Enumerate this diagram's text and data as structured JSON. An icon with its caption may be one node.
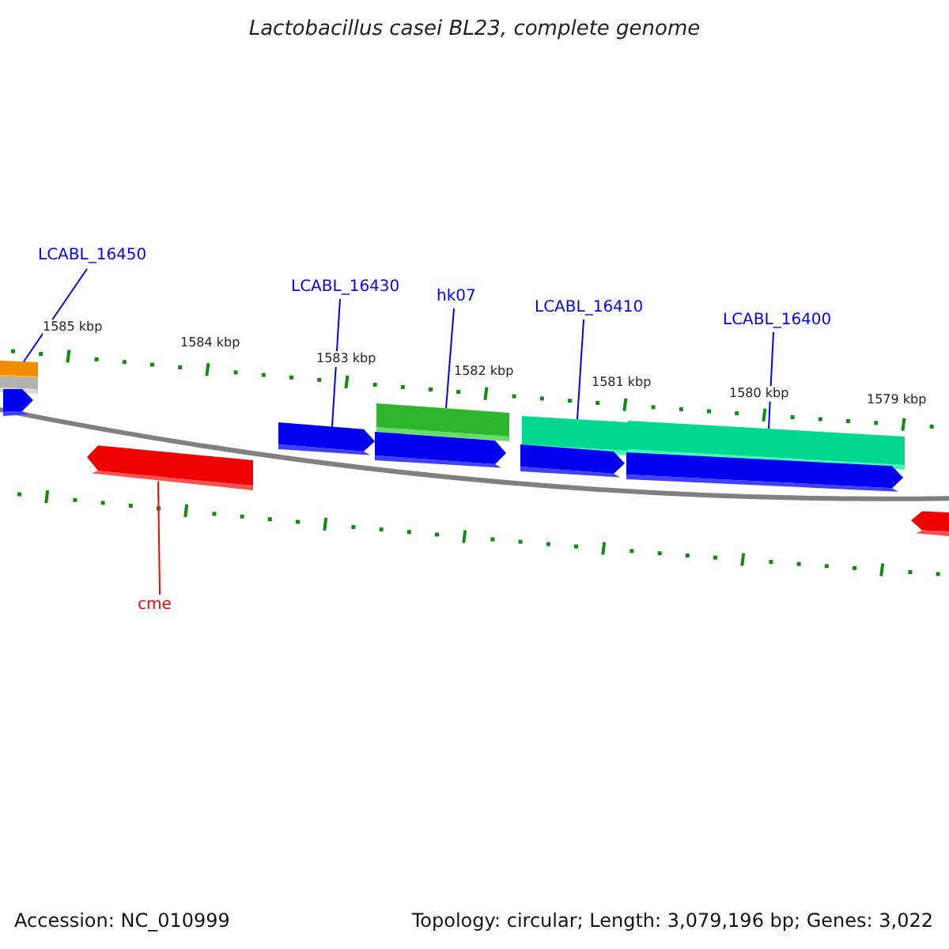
{
  "diagram": {
    "title": "Lactobacillus casei BL23, complete genome",
    "nodes": [
      {
        "text": [
          "LCABL_16450"
        ]
      },
      {
        "text": [
          "LCABL_16430"
        ]
      },
      {
        "text": [
          "hk07"
        ]
      },
      {
        "text": [
          "LCABL_16410"
        ]
      },
      {
        "text": [
          "LCABL_16400"
        ]
      },
      {
        "text": [
          "cme"
        ]
      },
      {
        "text": [],
        "shape": "bar"
      },
      {
        "text": [],
        "shape": "bar"
      },
      {
        "text": [],
        "shape": "bar"
      },
      {
        "text": [],
        "shape": "bar"
      },
      {
        "text": [],
        "shape": "bar"
      },
      {
        "text": [],
        "shape": "bar"
      },
      {
        "text": [],
        "shape": "bar"
      },
      {
        "text": [],
        "shape": "bar"
      },
      {
        "text": [],
        "shape": "bar"
      },
      {
        "text": [],
        "shape": "bar"
      },
      {
        "text": [],
        "shape": "bar"
      },
      {
        "text": [],
        "shape": "bar"
      }
    ],
    "edges": [
      {
        "from": 0,
        "to": 6,
        "arrow": "none"
      },
      {
        "from": 1,
        "to": 10,
        "arrow": "none"
      },
      {
        "from": 2,
        "to": 11,
        "arrow": "none"
      },
      {
        "from": 3,
        "to": 13,
        "arrow": "none"
      },
      {
        "from": 4,
        "to": 14,
        "arrow": "none"
      },
      {
        "from": 5,
        "to": 9,
        "arrow": "none",
        "color": "#ff0000"
      }
    ],
    "labels": [
      "1585 kbp",
      "1584 kbp",
      "1583 kbp",
      "1582 kbp",
      "1581 kbp",
      "1580 kbp",
      "1579 kbp",
      "Accession: NC_010999",
      "Topology: circular; Length: 3,079,196 bp; Genes: 3,022"
    ]
  }
}
